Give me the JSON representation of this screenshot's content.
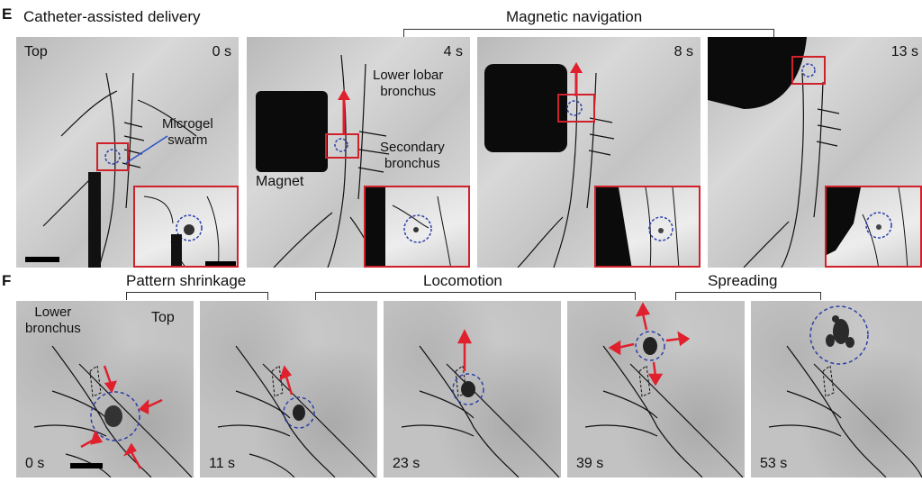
{
  "panel_e": {
    "letter": "E",
    "header_left": "Catheter-assisted delivery",
    "header_right": "Magnetic navigation",
    "frames": [
      {
        "corner": "Top",
        "time": "0 s",
        "annotation": "Microgel\nswarm"
      },
      {
        "time": "4 s",
        "annotation_top": "Lower lobar\nbronchus",
        "annotation_bottom": "Secondary\nbronchus",
        "annotation_magnet": "Magnet"
      },
      {
        "time": "8 s"
      },
      {
        "time": "13 s"
      }
    ]
  },
  "panel_f": {
    "letter": "F",
    "phase_1": "Pattern shrinkage",
    "phase_2": "Locomotion",
    "phase_3": "Spreading",
    "frames": [
      {
        "time": "0 s",
        "corner": "Top",
        "annotation": "Lower\nbronchus"
      },
      {
        "time": "11 s"
      },
      {
        "time": "23 s"
      },
      {
        "time": "39 s"
      },
      {
        "time": "53 s"
      }
    ]
  },
  "colors": {
    "box_red": "#d0202a",
    "circle_blue": "#2d3fa8",
    "arrow_red": "#e0202c",
    "line_blue": "#2a52c8"
  }
}
